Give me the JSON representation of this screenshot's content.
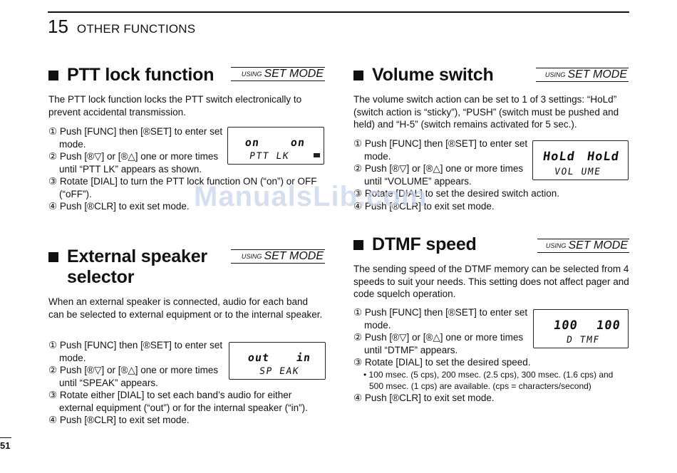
{
  "header": {
    "chapter_number": "15",
    "chapter_title": "OTHER FUNCTIONS"
  },
  "mode_tag": {
    "small": "USING",
    "big": "SET MODE"
  },
  "ptt": {
    "title": "PTT lock function",
    "intro": "The PTT lock function locks the PTT switch electronically to prevent accidental transmission.",
    "steps": [
      "① Push [FUNC] then [®SET] to enter set mode.",
      "② Push [®▽] or [®△] one or more times until “PTT LK” appears as shown.",
      "③ Rotate [DIAL] to turn the PTT lock function ON (“on”) or OFF (“oFF”).",
      "④ Push [®CLR] to exit set mode."
    ],
    "lcd": {
      "left": "on",
      "right": "on",
      "label": "PTT LK"
    }
  },
  "ext": {
    "title_line1": "External speaker",
    "title_line2": "selector",
    "intro": "When an external speaker is connected, audio for each band can be selected to external equipment or to the internal speaker.",
    "steps": [
      "① Push [FUNC] then [®SET] to enter set mode.",
      "② Push [®▽] or [®△] one or more times until “SPEAK” appears.",
      "③ Rotate either [DIAL] to set each band’s audio for either external equipment (“out”) or for the internal speaker (“in”).",
      "④ Push [®CLR] to exit set mode."
    ],
    "lcd": {
      "left": "out",
      "right": "in",
      "label": "SP EAK"
    }
  },
  "vol": {
    "title": "Volume switch",
    "intro": "The volume switch action can be set to 1 of 3 settings: “HoLd” (switch action is “sticky”), “PUSH” (switch must be pushed and held) and “H-5” (switch remains activated for 5 sec.).",
    "steps": [
      "① Push [FUNC] then [®SET] to enter set mode.",
      "② Push [®▽] or [®△] one or more times until “VOLUME” appears.",
      "③ Rotate [DIAL] to set the desired switch action.",
      "④ Push [®CLR] to exit set mode."
    ],
    "lcd": {
      "left": "HoLd",
      "right": "HoLd",
      "label": "VOL UME"
    }
  },
  "dtmf": {
    "title": "DTMF speed",
    "intro": "The sending speed of the DTMF memory can be selected from 4 speeds to suit your needs. This setting does not affect pager and code squelch operation.",
    "steps": [
      "① Push [FUNC] then [®SET] to enter set mode.",
      "② Push [®▽] or [®△] one or more times until “DTMF” appears.",
      "③ Rotate [DIAL] to set the desired speed."
    ],
    "note": "• 100 msec. (5 cps), 200 msec. (2.5 cps), 300 msec. (1.6 cps) and 500 msec. (1 cps) are available. (cps = characters/second)",
    "last_step": "④ Push [®CLR] to exit set mode.",
    "lcd": {
      "left": "100",
      "right": "100",
      "label": "D TMF"
    }
  },
  "watermark": "ManualsLib.com",
  "page_number": "51"
}
